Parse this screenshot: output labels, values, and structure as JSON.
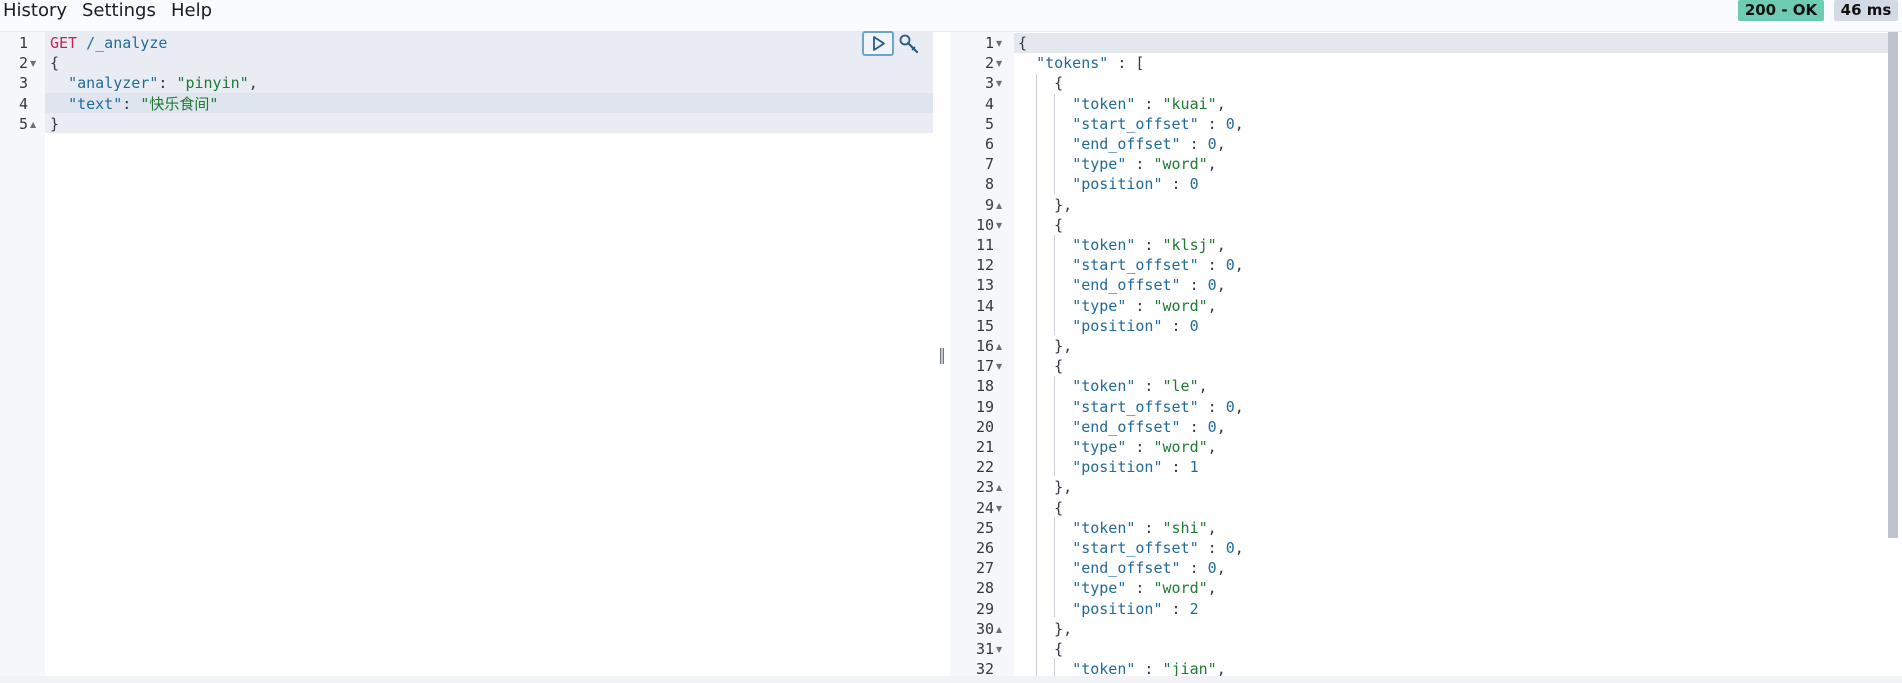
{
  "menu": {
    "history": "History",
    "settings": "Settings",
    "help": "Help"
  },
  "status": {
    "code": "200 - OK",
    "time": "46 ms"
  },
  "request": {
    "lines": [
      {
        "n": "1",
        "fold": "",
        "parts": [
          {
            "c": "kw",
            "t": "GET"
          },
          {
            "c": "url",
            "t": " /_analyze"
          }
        ]
      },
      {
        "n": "2",
        "fold": "down",
        "parts": [
          {
            "c": "punct",
            "t": "{"
          }
        ]
      },
      {
        "n": "3",
        "fold": "",
        "parts": [
          {
            "c": "punct",
            "t": "  "
          },
          {
            "c": "key",
            "t": "\"analyzer\""
          },
          {
            "c": "punct",
            "t": ": "
          },
          {
            "c": "str",
            "t": "\"pinyin\""
          },
          {
            "c": "punct",
            "t": ","
          }
        ]
      },
      {
        "n": "4",
        "fold": "",
        "parts": [
          {
            "c": "punct",
            "t": "  "
          },
          {
            "c": "key",
            "t": "\"text\""
          },
          {
            "c": "punct",
            "t": ": "
          },
          {
            "c": "str",
            "t": "\"快乐食间\""
          }
        ]
      },
      {
        "n": "5",
        "fold": "up",
        "parts": [
          {
            "c": "punct",
            "t": "}"
          }
        ]
      }
    ]
  },
  "response": {
    "lines": [
      {
        "n": "1",
        "fold": "down",
        "parts": [
          {
            "c": "punct",
            "t": "{"
          }
        ]
      },
      {
        "n": "2",
        "fold": "down",
        "parts": [
          {
            "c": "punct",
            "t": "  "
          },
          {
            "c": "key",
            "t": "\"tokens\""
          },
          {
            "c": "punct",
            "t": " : ["
          }
        ]
      },
      {
        "n": "3",
        "fold": "down",
        "parts": [
          {
            "c": "punct",
            "t": "    {"
          }
        ]
      },
      {
        "n": "4",
        "fold": "",
        "parts": [
          {
            "c": "punct",
            "t": "      "
          },
          {
            "c": "key",
            "t": "\"token\""
          },
          {
            "c": "punct",
            "t": " : "
          },
          {
            "c": "str",
            "t": "\"kuai\""
          },
          {
            "c": "punct",
            "t": ","
          }
        ]
      },
      {
        "n": "5",
        "fold": "",
        "parts": [
          {
            "c": "punct",
            "t": "      "
          },
          {
            "c": "key",
            "t": "\"start_offset\""
          },
          {
            "c": "punct",
            "t": " : "
          },
          {
            "c": "num",
            "t": "0"
          },
          {
            "c": "punct",
            "t": ","
          }
        ]
      },
      {
        "n": "6",
        "fold": "",
        "parts": [
          {
            "c": "punct",
            "t": "      "
          },
          {
            "c": "key",
            "t": "\"end_offset\""
          },
          {
            "c": "punct",
            "t": " : "
          },
          {
            "c": "num",
            "t": "0"
          },
          {
            "c": "punct",
            "t": ","
          }
        ]
      },
      {
        "n": "7",
        "fold": "",
        "parts": [
          {
            "c": "punct",
            "t": "      "
          },
          {
            "c": "key",
            "t": "\"type\""
          },
          {
            "c": "punct",
            "t": " : "
          },
          {
            "c": "str",
            "t": "\"word\""
          },
          {
            "c": "punct",
            "t": ","
          }
        ]
      },
      {
        "n": "8",
        "fold": "",
        "parts": [
          {
            "c": "punct",
            "t": "      "
          },
          {
            "c": "key",
            "t": "\"position\""
          },
          {
            "c": "punct",
            "t": " : "
          },
          {
            "c": "num",
            "t": "0"
          }
        ]
      },
      {
        "n": "9",
        "fold": "up",
        "parts": [
          {
            "c": "punct",
            "t": "    },"
          }
        ]
      },
      {
        "n": "10",
        "fold": "down",
        "parts": [
          {
            "c": "punct",
            "t": "    {"
          }
        ]
      },
      {
        "n": "11",
        "fold": "",
        "parts": [
          {
            "c": "punct",
            "t": "      "
          },
          {
            "c": "key",
            "t": "\"token\""
          },
          {
            "c": "punct",
            "t": " : "
          },
          {
            "c": "str",
            "t": "\"klsj\""
          },
          {
            "c": "punct",
            "t": ","
          }
        ]
      },
      {
        "n": "12",
        "fold": "",
        "parts": [
          {
            "c": "punct",
            "t": "      "
          },
          {
            "c": "key",
            "t": "\"start_offset\""
          },
          {
            "c": "punct",
            "t": " : "
          },
          {
            "c": "num",
            "t": "0"
          },
          {
            "c": "punct",
            "t": ","
          }
        ]
      },
      {
        "n": "13",
        "fold": "",
        "parts": [
          {
            "c": "punct",
            "t": "      "
          },
          {
            "c": "key",
            "t": "\"end_offset\""
          },
          {
            "c": "punct",
            "t": " : "
          },
          {
            "c": "num",
            "t": "0"
          },
          {
            "c": "punct",
            "t": ","
          }
        ]
      },
      {
        "n": "14",
        "fold": "",
        "parts": [
          {
            "c": "punct",
            "t": "      "
          },
          {
            "c": "key",
            "t": "\"type\""
          },
          {
            "c": "punct",
            "t": " : "
          },
          {
            "c": "str",
            "t": "\"word\""
          },
          {
            "c": "punct",
            "t": ","
          }
        ]
      },
      {
        "n": "15",
        "fold": "",
        "parts": [
          {
            "c": "punct",
            "t": "      "
          },
          {
            "c": "key",
            "t": "\"position\""
          },
          {
            "c": "punct",
            "t": " : "
          },
          {
            "c": "num",
            "t": "0"
          }
        ]
      },
      {
        "n": "16",
        "fold": "up",
        "parts": [
          {
            "c": "punct",
            "t": "    },"
          }
        ]
      },
      {
        "n": "17",
        "fold": "down",
        "parts": [
          {
            "c": "punct",
            "t": "    {"
          }
        ]
      },
      {
        "n": "18",
        "fold": "",
        "parts": [
          {
            "c": "punct",
            "t": "      "
          },
          {
            "c": "key",
            "t": "\"token\""
          },
          {
            "c": "punct",
            "t": " : "
          },
          {
            "c": "str",
            "t": "\"le\""
          },
          {
            "c": "punct",
            "t": ","
          }
        ]
      },
      {
        "n": "19",
        "fold": "",
        "parts": [
          {
            "c": "punct",
            "t": "      "
          },
          {
            "c": "key",
            "t": "\"start_offset\""
          },
          {
            "c": "punct",
            "t": " : "
          },
          {
            "c": "num",
            "t": "0"
          },
          {
            "c": "punct",
            "t": ","
          }
        ]
      },
      {
        "n": "20",
        "fold": "",
        "parts": [
          {
            "c": "punct",
            "t": "      "
          },
          {
            "c": "key",
            "t": "\"end_offset\""
          },
          {
            "c": "punct",
            "t": " : "
          },
          {
            "c": "num",
            "t": "0"
          },
          {
            "c": "punct",
            "t": ","
          }
        ]
      },
      {
        "n": "21",
        "fold": "",
        "parts": [
          {
            "c": "punct",
            "t": "      "
          },
          {
            "c": "key",
            "t": "\"type\""
          },
          {
            "c": "punct",
            "t": " : "
          },
          {
            "c": "str",
            "t": "\"word\""
          },
          {
            "c": "punct",
            "t": ","
          }
        ]
      },
      {
        "n": "22",
        "fold": "",
        "parts": [
          {
            "c": "punct",
            "t": "      "
          },
          {
            "c": "key",
            "t": "\"position\""
          },
          {
            "c": "punct",
            "t": " : "
          },
          {
            "c": "num",
            "t": "1"
          }
        ]
      },
      {
        "n": "23",
        "fold": "up",
        "parts": [
          {
            "c": "punct",
            "t": "    },"
          }
        ]
      },
      {
        "n": "24",
        "fold": "down",
        "parts": [
          {
            "c": "punct",
            "t": "    {"
          }
        ]
      },
      {
        "n": "25",
        "fold": "",
        "parts": [
          {
            "c": "punct",
            "t": "      "
          },
          {
            "c": "key",
            "t": "\"token\""
          },
          {
            "c": "punct",
            "t": " : "
          },
          {
            "c": "str",
            "t": "\"shi\""
          },
          {
            "c": "punct",
            "t": ","
          }
        ]
      },
      {
        "n": "26",
        "fold": "",
        "parts": [
          {
            "c": "punct",
            "t": "      "
          },
          {
            "c": "key",
            "t": "\"start_offset\""
          },
          {
            "c": "punct",
            "t": " : "
          },
          {
            "c": "num",
            "t": "0"
          },
          {
            "c": "punct",
            "t": ","
          }
        ]
      },
      {
        "n": "27",
        "fold": "",
        "parts": [
          {
            "c": "punct",
            "t": "      "
          },
          {
            "c": "key",
            "t": "\"end_offset\""
          },
          {
            "c": "punct",
            "t": " : "
          },
          {
            "c": "num",
            "t": "0"
          },
          {
            "c": "punct",
            "t": ","
          }
        ]
      },
      {
        "n": "28",
        "fold": "",
        "parts": [
          {
            "c": "punct",
            "t": "      "
          },
          {
            "c": "key",
            "t": "\"type\""
          },
          {
            "c": "punct",
            "t": " : "
          },
          {
            "c": "str",
            "t": "\"word\""
          },
          {
            "c": "punct",
            "t": ","
          }
        ]
      },
      {
        "n": "29",
        "fold": "",
        "parts": [
          {
            "c": "punct",
            "t": "      "
          },
          {
            "c": "key",
            "t": "\"position\""
          },
          {
            "c": "punct",
            "t": " : "
          },
          {
            "c": "num",
            "t": "2"
          }
        ]
      },
      {
        "n": "30",
        "fold": "up",
        "parts": [
          {
            "c": "punct",
            "t": "    },"
          }
        ]
      },
      {
        "n": "31",
        "fold": "down",
        "parts": [
          {
            "c": "punct",
            "t": "    {"
          }
        ]
      },
      {
        "n": "32",
        "fold": "",
        "parts": [
          {
            "c": "punct",
            "t": "      "
          },
          {
            "c": "key",
            "t": "\"token\""
          },
          {
            "c": "punct",
            "t": " : "
          },
          {
            "c": "str",
            "t": "\"jian\""
          },
          {
            "c": "punct",
            "t": ","
          }
        ]
      }
    ]
  },
  "icons": {
    "play": "play-icon",
    "wrench": "wrench-icon",
    "drag": "drag-handle-icon"
  },
  "colors": {
    "keyword": "#c61e5d",
    "key": "#216b9c",
    "string": "#1e7b32",
    "status_ok": "#6dccb1",
    "status_time": "#d3dae6"
  }
}
